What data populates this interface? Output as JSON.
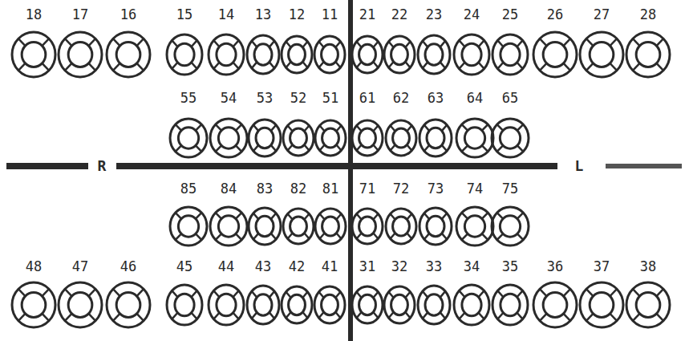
{
  "diagram": {
    "labels": [
      "18",
      "17",
      "16",
      "15",
      "14",
      "13",
      "12",
      "11",
      "21",
      "22",
      "23",
      "24",
      "25",
      "26",
      "27",
      "28",
      "55",
      "54",
      "53",
      "52",
      "51",
      "61",
      "62",
      "63",
      "64",
      "65",
      "R",
      "L",
      "85",
      "84",
      "83",
      "82",
      "81",
      "71",
      "72",
      "73",
      "74",
      "75",
      "48",
      "47",
      "46",
      "45",
      "44",
      "43",
      "42",
      "41",
      "31",
      "32",
      "33",
      "34",
      "35",
      "36",
      "37",
      "38"
    ]
  }
}
